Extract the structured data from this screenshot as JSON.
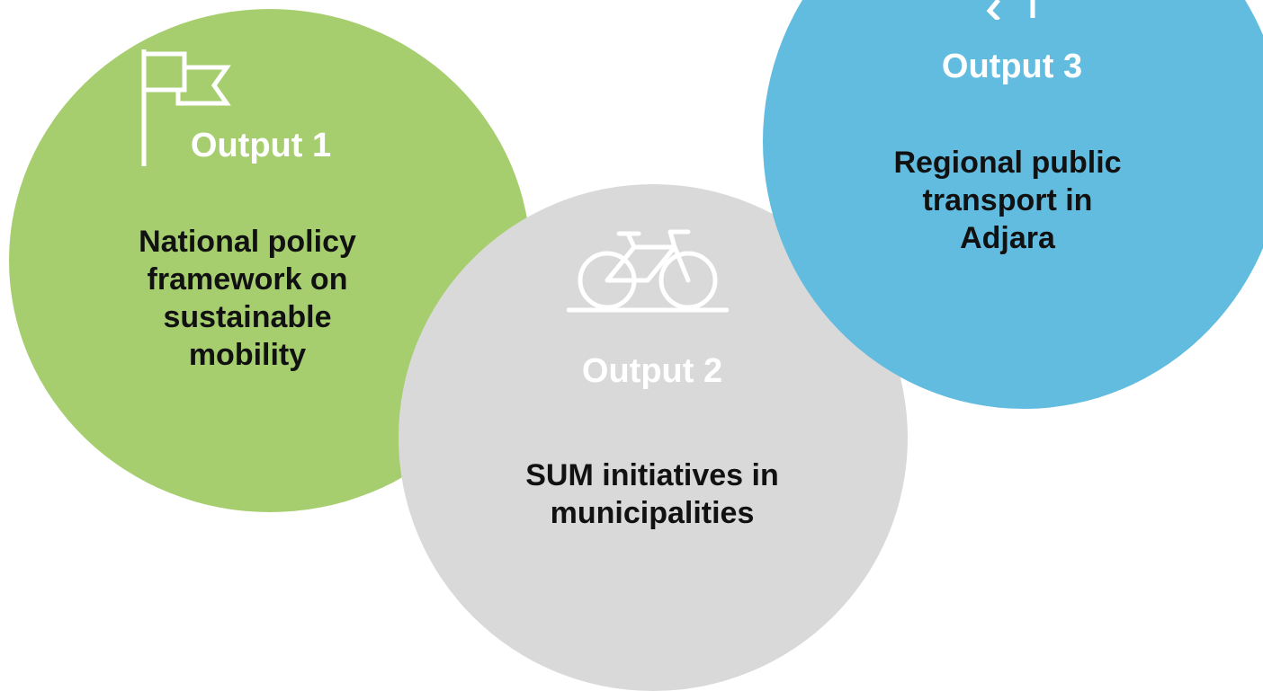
{
  "colors": {
    "output1_fill": "#a6ce6f",
    "output2_fill": "#d9d9d9",
    "output3_fill": "#62bcdf",
    "icon_and_title": "#ffffff",
    "text": "#111111"
  },
  "outputs": [
    {
      "title": "Output 1",
      "description": "National policy\nframework on\nsustainable\nmobility",
      "icon": "flag-icon"
    },
    {
      "title": "Output 2",
      "description": "SUM initiatives in\nmunicipalities",
      "icon": "bicycle-icon"
    },
    {
      "title": "Output 3",
      "description": "Regional public\ntransport in\nAdjara",
      "icon": "bus-icon"
    }
  ]
}
